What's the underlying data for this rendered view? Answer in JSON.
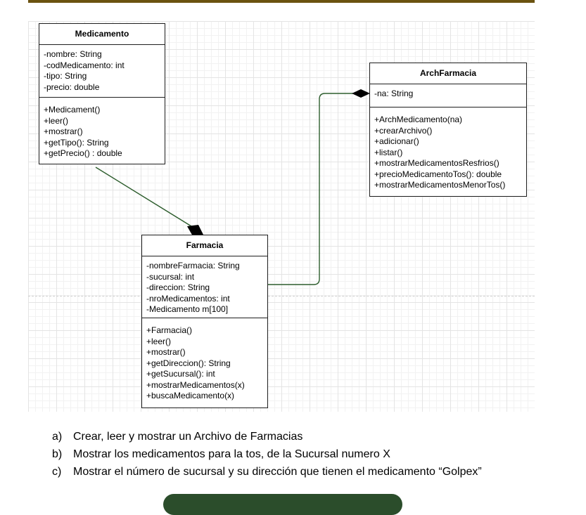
{
  "classes": {
    "medicamento": {
      "name": "Medicamento",
      "attributes": [
        "-nombre: String",
        "-codMedicamento: int",
        "-tipo: String",
        "-precio: double"
      ],
      "methods": [
        "+Medicament()",
        "+leer()",
        "+mostrar()",
        "+getTipo(): String",
        "+getPrecio() : double"
      ]
    },
    "archfarmacia": {
      "name": "ArchFarmacia",
      "attributes": [
        "-na: String"
      ],
      "methods": [
        "+ArchMedicamento(na)",
        "+crearArchivo()",
        "+adicionar()",
        "+listar()",
        "+mostrarMedicamentosResfrios()",
        "+precioMedicamentoTos(): double",
        "+mostrarMedicamentosMenorTos()"
      ]
    },
    "farmacia": {
      "name": "Farmacia",
      "attributes": [
        "-nombreFarmacia: String",
        "-sucursal: int",
        "-direccion: String",
        "-nroMedicamentos: int",
        "-Medicamento m[100]"
      ],
      "methods": [
        "+Farmacia()",
        "+leer()",
        "+mostrar()",
        "+getDireccion(): String",
        "+getSucursal(): int",
        "+mostrarMedicamentos(x)",
        "+buscaMedicamento(x)"
      ]
    }
  },
  "questions": [
    {
      "mark": "a)",
      "text": "Crear, leer y mostrar un Archivo de Farmacias"
    },
    {
      "mark": "b)",
      "text": "Mostrar los medicamentos para la tos, de la Sucursal numero X"
    },
    {
      "mark": "c)",
      "text": "Mostrar el número de sucursal y su dirección que tienen el medicamento “Golpex”"
    }
  ],
  "colors": {
    "top_bar": "#6b5310",
    "connector": "#2e5e2e",
    "bubble": "#2b4d2b"
  }
}
